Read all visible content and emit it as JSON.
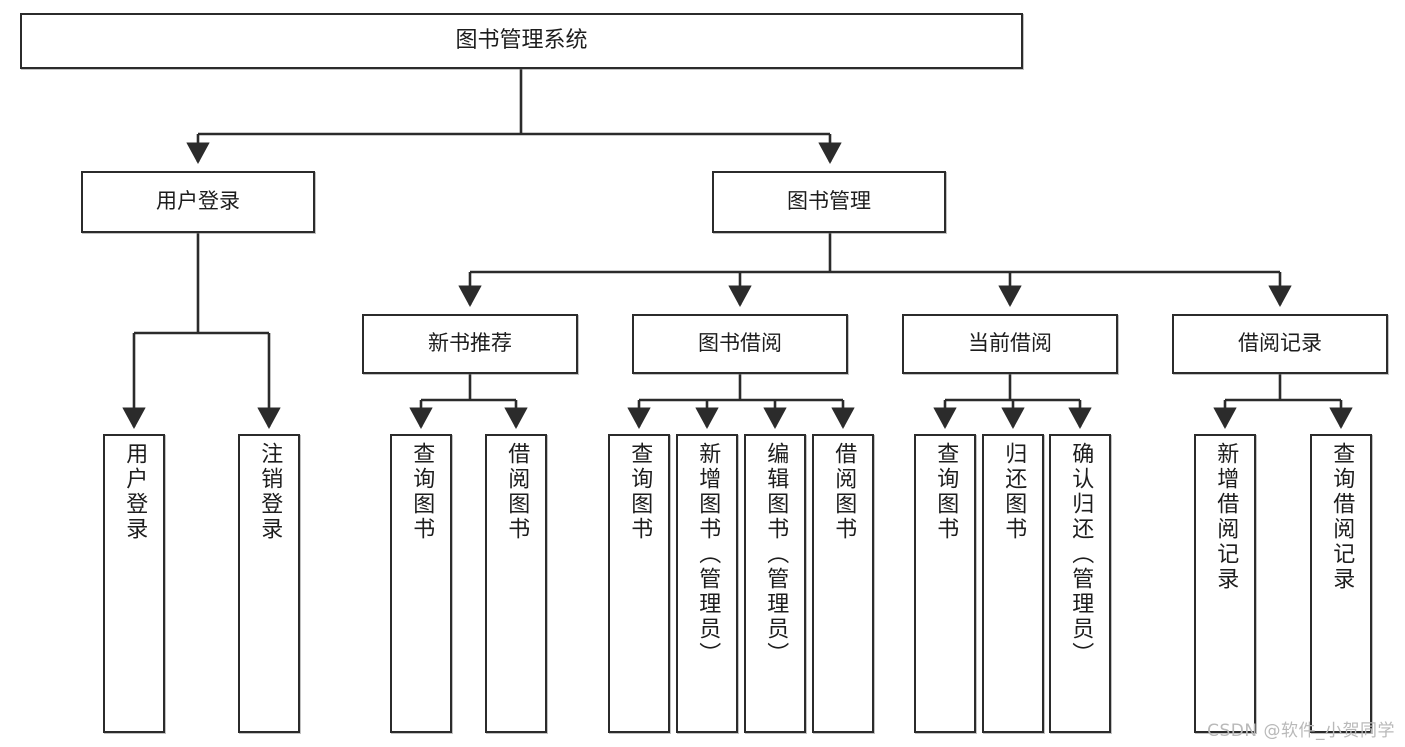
{
  "diagram": {
    "type": "tree-hierarchy",
    "title": "图书管理系统",
    "root": {
      "id": "root",
      "label": "图书管理系统"
    },
    "level2": [
      {
        "id": "user-login",
        "label": "用户登录"
      },
      {
        "id": "book-management",
        "label": "图书管理"
      }
    ],
    "level3": [
      {
        "id": "new-book-recommend",
        "label": "新书推荐",
        "parent": "book-management"
      },
      {
        "id": "book-borrow",
        "label": "图书借阅",
        "parent": "book-management"
      },
      {
        "id": "current-borrow",
        "label": "当前借阅",
        "parent": "book-management"
      },
      {
        "id": "borrow-record",
        "label": "借阅记录",
        "parent": "book-management"
      }
    ],
    "leaves": {
      "user-login": [
        {
          "id": "leaf-user-login",
          "label": "用户登录"
        },
        {
          "id": "leaf-logout-login",
          "label": "注销登录"
        }
      ],
      "new-book-recommend": [
        {
          "id": "leaf-query-book-1",
          "label": "查询图书"
        },
        {
          "id": "leaf-borrow-book-1",
          "label": "借阅图书"
        }
      ],
      "book-borrow": [
        {
          "id": "leaf-query-book-2",
          "label": "查询图书"
        },
        {
          "id": "leaf-add-book",
          "label": "新增图书（管理员）"
        },
        {
          "id": "leaf-edit-book",
          "label": "编辑图书（管理员）"
        },
        {
          "id": "leaf-borrow-book-2",
          "label": "借阅图书"
        }
      ],
      "current-borrow": [
        {
          "id": "leaf-query-book-3",
          "label": "查询图书"
        },
        {
          "id": "leaf-return-book",
          "label": "归还图书"
        },
        {
          "id": "leaf-confirm-return",
          "label": "确认归还（管理员）"
        }
      ],
      "borrow-record": [
        {
          "id": "leaf-add-record",
          "label": "新增借阅记录"
        },
        {
          "id": "leaf-query-record",
          "label": "查询借阅记录"
        }
      ]
    },
    "colors": {
      "stroke": "#2b2b2b",
      "fill": "#ffffff",
      "text": "#1d1d1d",
      "watermark": "#b9b9b9"
    }
  },
  "watermark": {
    "text": "CSDN @软件_小贺同学"
  }
}
